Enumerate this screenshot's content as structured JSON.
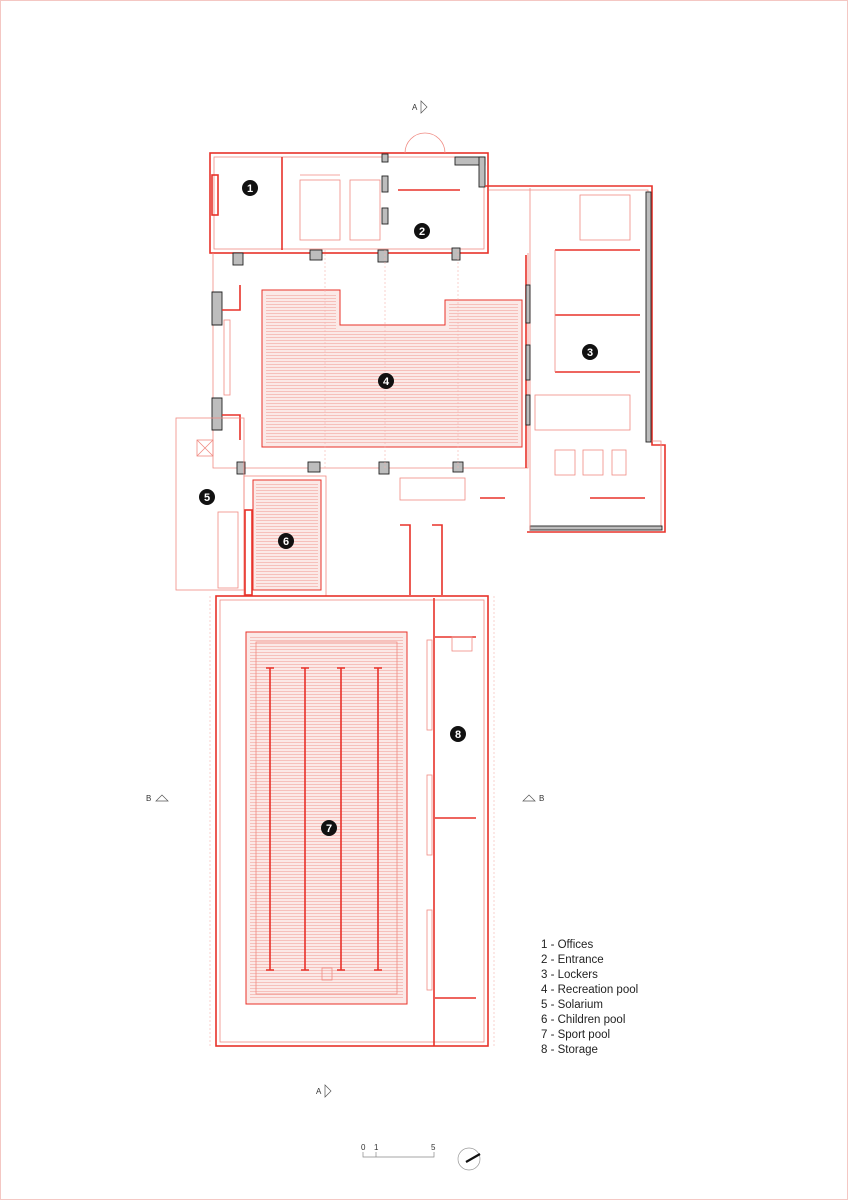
{
  "plan": {
    "rooms": [
      {
        "number": "1",
        "name": "Offices"
      },
      {
        "number": "2",
        "name": "Entrance"
      },
      {
        "number": "3",
        "name": "Lockers"
      },
      {
        "number": "4",
        "name": "Recreation pool"
      },
      {
        "number": "5",
        "name": "Solarium"
      },
      {
        "number": "6",
        "name": "Children pool"
      },
      {
        "number": "7",
        "name": "Sport pool"
      },
      {
        "number": "8",
        "name": "Storage"
      }
    ],
    "section_markers": {
      "a": "A",
      "b": "B"
    },
    "scale_bar": {
      "labels": [
        "0",
        "1",
        "5"
      ]
    },
    "colors": {
      "walls": "#e8322a",
      "structure": "#bdbdbd",
      "markers": "#111111"
    }
  },
  "legend": [
    "1 - Offices",
    "2 - Entrance",
    "3 - Lockers",
    "4 - Recreation pool",
    "5 - Solarium",
    "6 - Children pool",
    "7 - Sport pool",
    "8 - Storage"
  ]
}
